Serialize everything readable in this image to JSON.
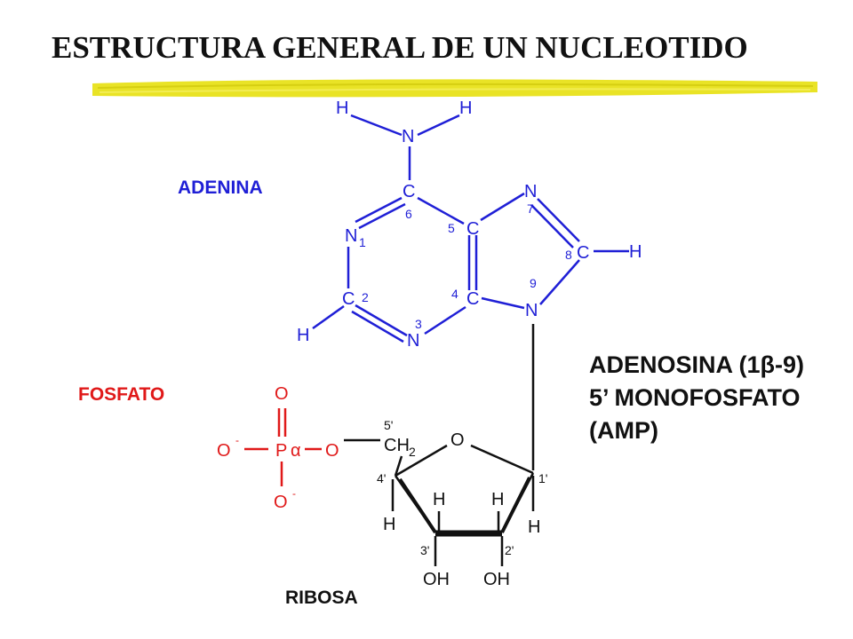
{
  "title": "ESTRUCTURA GENERAL DE UN NUCLEOTIDO",
  "colors": {
    "adenine": "#1f1fd6",
    "phosphate": "#e01919",
    "ribose": "#111111",
    "highlighter": "#e8e21a"
  },
  "labels": {
    "adenina": "ADENINA",
    "fosfato": "FOSFATO",
    "ribosa": "RIBOSA",
    "product_line1_pre": "ADENOSINA (1",
    "product_line1_beta": "β",
    "product_line1_post": "-9)",
    "product_line2": "5’ MONOFOSFATO",
    "product_line3": "(AMP)"
  },
  "adenine": {
    "h_left": "H",
    "h_right": "H",
    "n_amino": "N",
    "c6": "C",
    "n1": "N",
    "n1_sub": "1",
    "c5": "C",
    "n7": "N",
    "c8": "C",
    "h8": "H",
    "c4": "C",
    "c2": "C",
    "n3": "N",
    "n9": "N",
    "h2": "H",
    "num6": "6",
    "num5": "5",
    "num7": "7",
    "num8": "8",
    "num9": "9",
    "num4": "4",
    "num2": "2",
    "num3": "3"
  },
  "phosphate": {
    "o_top": "O",
    "o_left": "O",
    "o_left_charge": "-",
    "p": "P",
    "alpha": "α",
    "o_bridge": "O",
    "o_bottom": "O",
    "o_bottom_charge": "-"
  },
  "ribose": {
    "ch2": "CH",
    "ch2_sub": "2",
    "o_ring": "O",
    "n5p": "5'",
    "n4p": "4'",
    "n1p": "1'",
    "n3p": "3'",
    "n2p": "2'",
    "h4": "H",
    "h1": "H",
    "h3_up": "H",
    "h2_up": "H",
    "oh3": "OH",
    "oh2": "OH"
  }
}
